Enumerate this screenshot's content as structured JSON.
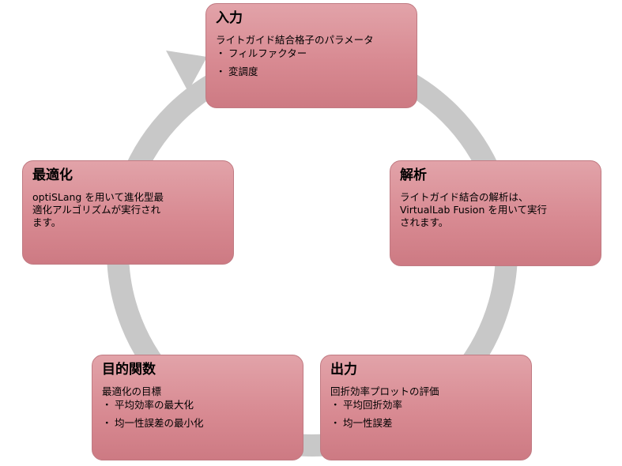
{
  "ring_color": "#c8c8c8",
  "box_fill": "#dc959c",
  "box_border": "#c07a82",
  "nodes": {
    "input": {
      "title": "入力",
      "lines": [
        "ライトガイド結合格子のパラメータ"
      ],
      "bullets": [
        "フィルファクター",
        "変調度"
      ]
    },
    "analysis": {
      "title": "解析",
      "lines": [
        "ライトガイド結合の解析は、",
        "VirtualLab Fusion を用いて実行",
        "されます。"
      ]
    },
    "output": {
      "title": "出力",
      "lines": [
        "回折効率プロットの評価"
      ],
      "bullets": [
        "平均回折効率",
        "均一性誤差"
      ]
    },
    "objective": {
      "title": "目的関数",
      "lines": [
        "最適化の目標"
      ],
      "bullets": [
        "平均効率の最大化",
        "均一性誤差の最小化"
      ]
    },
    "optimize": {
      "title": "最適化",
      "lines": [
        "optiSLang を用いて進化型最",
        "適化アルゴリズムが実行され",
        "ます。"
      ]
    }
  },
  "bullet_mark": "・"
}
